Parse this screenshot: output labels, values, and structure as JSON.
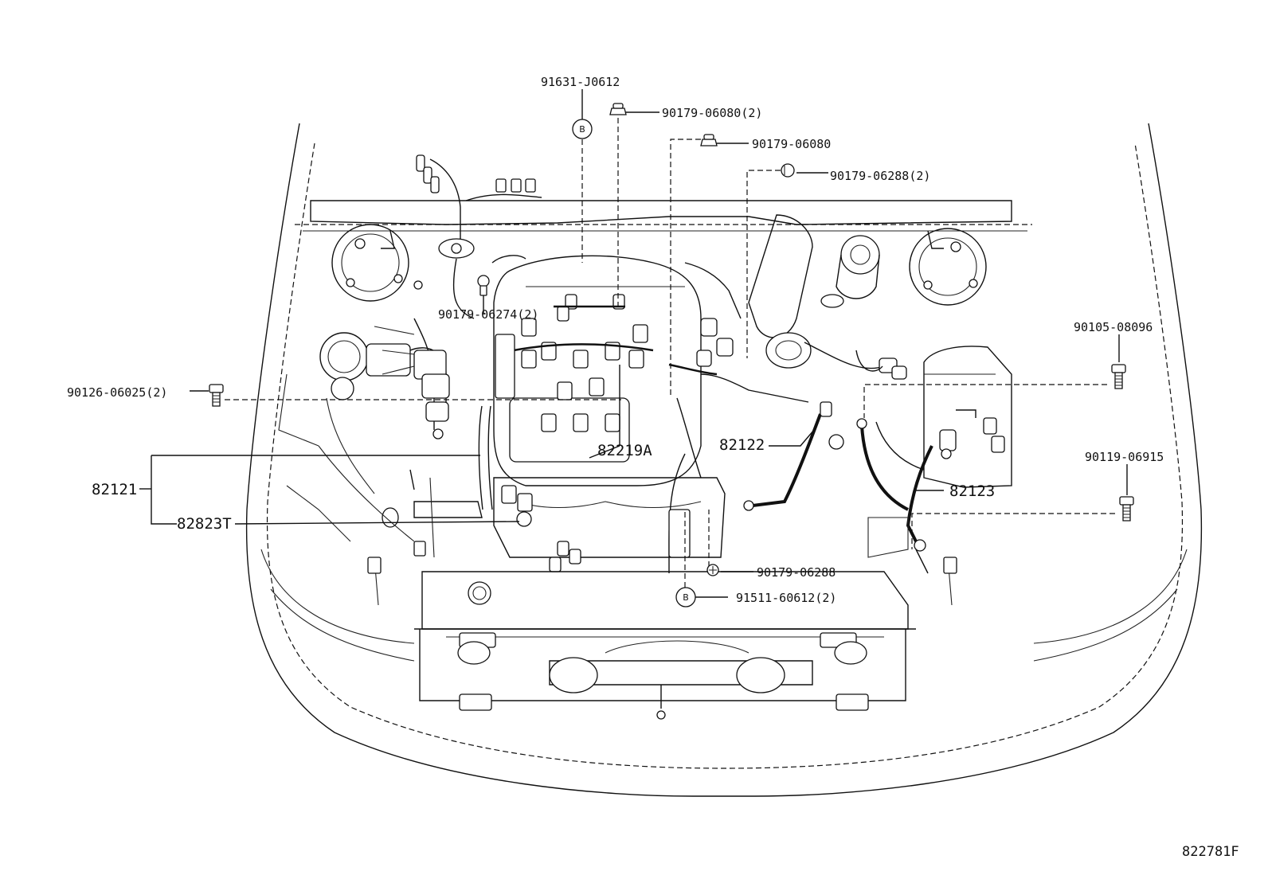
{
  "diagram": {
    "callouts": {
      "c91631": "91631-J0612",
      "c90179a": "90179-06080(2)",
      "c90179b": "90179-06080",
      "c90179c": "90179-06288(2)",
      "c90179d": "90179-06274(2)",
      "c90105": "90105-08096",
      "c90126": "90126-06025(2)",
      "c82219": "82219A",
      "c82122": "82122",
      "c90119": "90119-06915",
      "c82121": "82121",
      "c82123": "82123",
      "c82823": "82823T",
      "c90179e": "90179-06288",
      "c91511": "91511-60612(2)"
    },
    "markers": {
      "b_top": "B",
      "b_bottom": "B"
    },
    "drawing_code": "822781F"
  }
}
